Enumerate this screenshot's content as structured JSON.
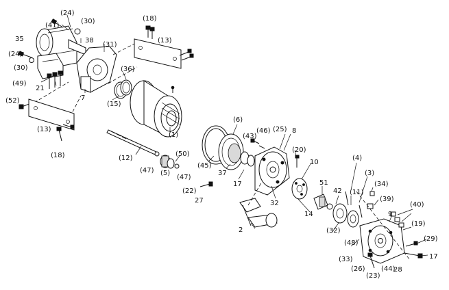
{
  "callouts": [
    {
      "id": "24a",
      "text": "(24)"
    },
    {
      "id": "30a",
      "text": "(30)"
    },
    {
      "id": "41",
      "text": "(41)"
    },
    {
      "id": "35",
      "text": "35"
    },
    {
      "id": "38",
      "text": "38"
    },
    {
      "id": "31",
      "text": "(31)"
    },
    {
      "id": "18a",
      "text": "(18)"
    },
    {
      "id": "13a",
      "text": "(13)"
    },
    {
      "id": "24b",
      "text": "(24)"
    },
    {
      "id": "30b",
      "text": "(30)"
    },
    {
      "id": "49",
      "text": "(49)"
    },
    {
      "id": "21",
      "text": "21"
    },
    {
      "id": "52",
      "text": "(52)"
    },
    {
      "id": "7",
      "text": "7"
    },
    {
      "id": "36",
      "text": "(36)"
    },
    {
      "id": "15",
      "text": "(15)"
    },
    {
      "id": "1",
      "text": "(1)"
    },
    {
      "id": "13b",
      "text": "(13)"
    },
    {
      "id": "18b",
      "text": "(18)"
    },
    {
      "id": "6",
      "text": "(6)"
    },
    {
      "id": "46",
      "text": "(46)"
    },
    {
      "id": "25",
      "text": "(25)"
    },
    {
      "id": "8",
      "text": "8"
    },
    {
      "id": "43",
      "text": "(43)"
    },
    {
      "id": "20",
      "text": "(20)"
    },
    {
      "id": "12",
      "text": "(12)"
    },
    {
      "id": "50",
      "text": "(50)"
    },
    {
      "id": "47a",
      "text": "(47)"
    },
    {
      "id": "5",
      "text": "(5)"
    },
    {
      "id": "47b",
      "text": "(47)"
    },
    {
      "id": "45",
      "text": "(45)"
    },
    {
      "id": "37",
      "text": "37"
    },
    {
      "id": "17a",
      "text": "17"
    },
    {
      "id": "10",
      "text": "10"
    },
    {
      "id": "4",
      "text": "(4)"
    },
    {
      "id": "3",
      "text": "(3)"
    },
    {
      "id": "22",
      "text": "(22)"
    },
    {
      "id": "27",
      "text": "27"
    },
    {
      "id": "32a",
      "text": "32"
    },
    {
      "id": "51",
      "text": "51"
    },
    {
      "id": "42",
      "text": "42"
    },
    {
      "id": "11",
      "text": "(11)"
    },
    {
      "id": "34",
      "text": "(34)"
    },
    {
      "id": "39",
      "text": "(39)"
    },
    {
      "id": "14",
      "text": "14"
    },
    {
      "id": "2",
      "text": "2"
    },
    {
      "id": "32b",
      "text": "(32)"
    },
    {
      "id": "9",
      "text": "9"
    },
    {
      "id": "40",
      "text": "(40)"
    },
    {
      "id": "19",
      "text": "(19)"
    },
    {
      "id": "48",
      "text": "(48)"
    },
    {
      "id": "29",
      "text": "(29)"
    },
    {
      "id": "33",
      "text": "(33)"
    },
    {
      "id": "17b",
      "text": "17"
    },
    {
      "id": "26",
      "text": "(26)"
    },
    {
      "id": "44",
      "text": "(44)"
    },
    {
      "id": "28",
      "text": "28"
    },
    {
      "id": "23",
      "text": "(23)"
    }
  ]
}
